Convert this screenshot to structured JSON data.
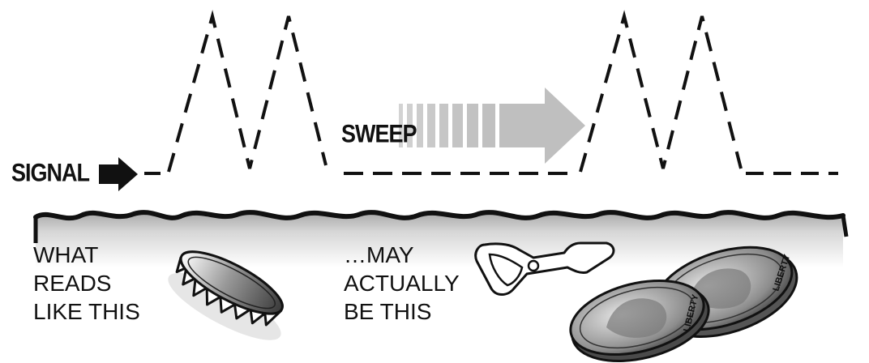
{
  "labels": {
    "signal": "SIGNAL",
    "sweep": "SWEEP",
    "left_caption": [
      "WHAT",
      "READS",
      "LIKE THIS"
    ],
    "right_caption": [
      "…MAY",
      "ACTUALLY",
      "BE THIS"
    ],
    "coin_text_1": "LIBERTY",
    "coin_text_2": "LIBERTY"
  },
  "icons": {
    "signal_arrow": "right-arrow-icon",
    "sweep_arrow": "fading-right-arrow-icon",
    "bottle_cap": "bottle-cap-icon",
    "pull_tab": "pull-tab-icon",
    "coins": "coin-icon"
  },
  "colors": {
    "ink": "#111111",
    "ground_gradient_top": "#bdbdbd",
    "ground_gradient_bottom": "#ffffff",
    "sweep_arrow": "#c8c8c8"
  }
}
